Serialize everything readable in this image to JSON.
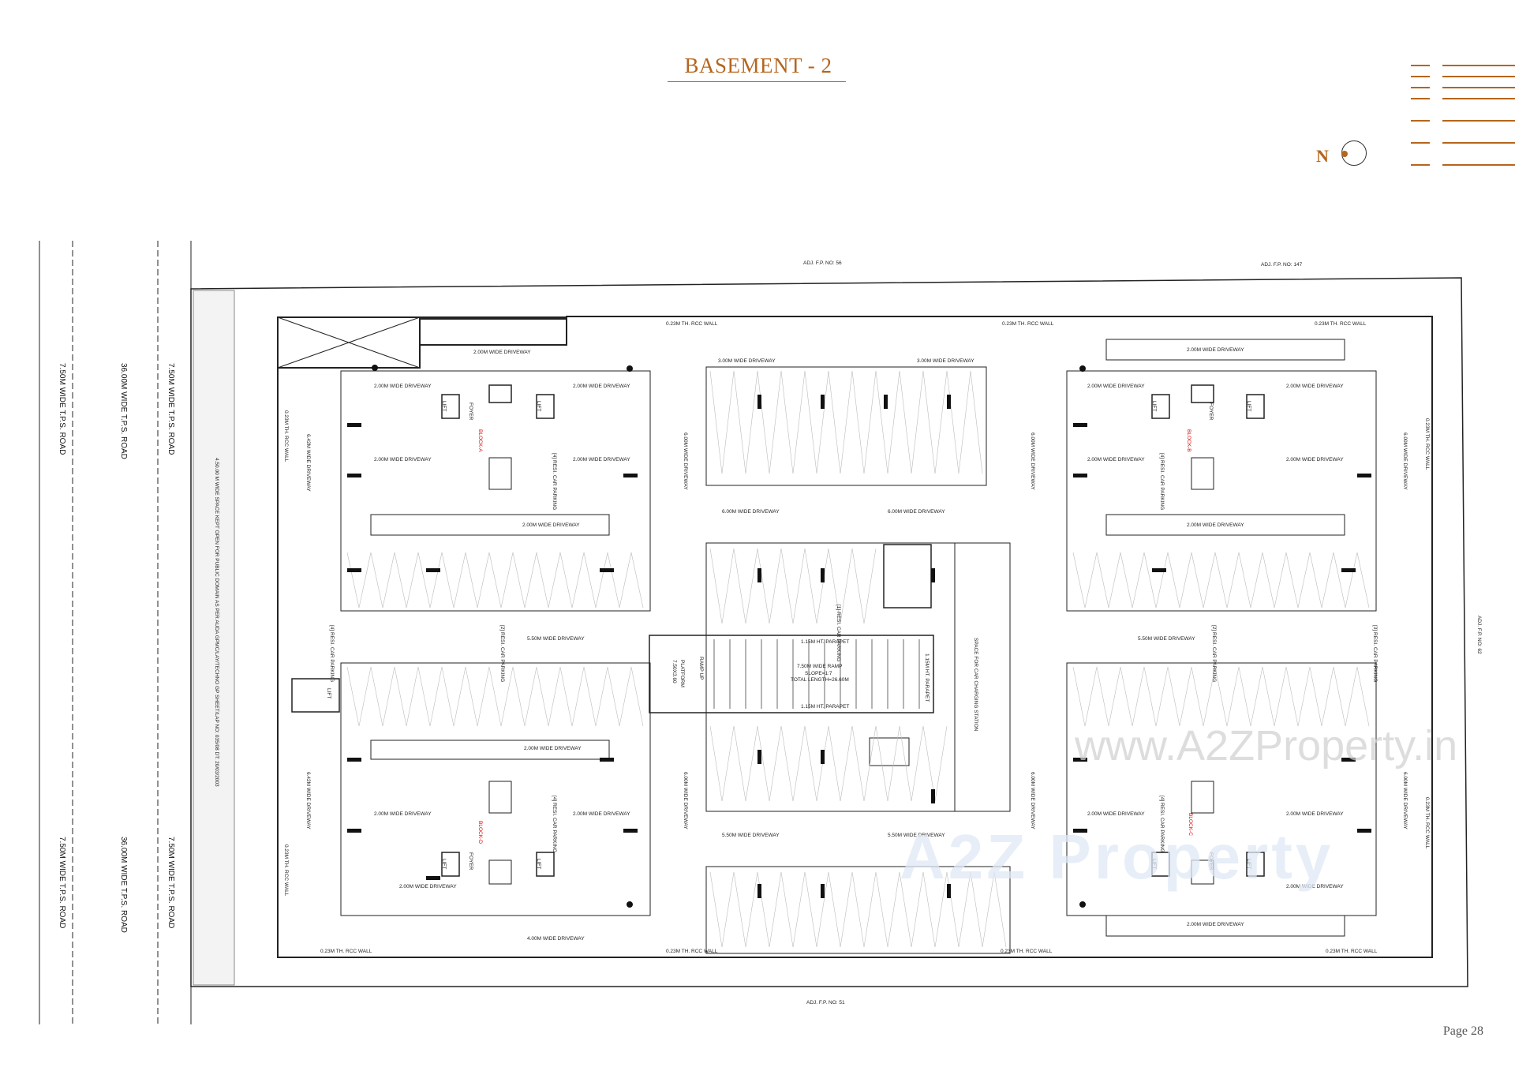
{
  "page": {
    "title": "BASEMENT - 2",
    "page_number": "Page 28",
    "north_label": "N"
  },
  "colors": {
    "accent": "#b5651d",
    "line": "#222222",
    "red_label": "#dd0000"
  },
  "roads": {
    "left_outer": "7.50M WIDE T.P.S. ROAD",
    "left_middle": "36.00M WIDE T.P.S. ROAD",
    "left_inner": "7.50M WIDE T.P.S. ROAD"
  },
  "adjacent": {
    "top_left": "ADJ. F.P. NO: 56",
    "top_right": "ADJ. F.P. NO: 147",
    "bottom": "ADJ. F.P. NO: 51",
    "right": "ADJ. F.P. NO: 62"
  },
  "blocks": {
    "a": "BLOCK-A",
    "b": "BLOCK-B",
    "c": "BLOCK-C",
    "d": "BLOCK-D"
  },
  "labels": {
    "driveway_2m": "2.00M WIDE DRIVEWAY",
    "driveway_3m": "3.00M WIDE DRIVEWAY",
    "driveway_6m": "6.00M WIDE DRIVEWAY",
    "driveway_55m": "5.50M WIDE DRIVEWAY",
    "driveway_4m": "4.00M WIDE DRIVEWAY",
    "driveway_642": "6.42M WIDE DRIVEWAY",
    "rcc_wall": "0.23M TH. RCC WALL",
    "ramp": "7.50M WIDE RAMP",
    "ramp_slope": "SLOPE=1:7",
    "ramp_length": "TOTAL LENGTH=26.60M",
    "parapet": "1.15M HT. PARAPET",
    "ramp_up": "RAMP UP",
    "platform": "PLATFORM",
    "platform_size": "7.50X3.60",
    "charging": "SPACE FOR CAR CHARGING STATION",
    "resi_parking_1": "[1] RESI. CAR PARKING",
    "resi_parking_2": "[2] RESI. CAR PARKING",
    "resi_parking_3": "[3] RESI. CAR PARKING",
    "resi_parking_4": "[4] RESI. CAR PARKING",
    "foyer": "FOYER",
    "lift": "LIFT",
    "margin_note": "4.50.00 M WIDE SPACE KEPT OPEN FOR PUBLIC DOMAIN AS PER AUDA GPMC/LAY/TECHNO GP SHEET/LAP NO: 035/08 DT: 20/03/2003"
  },
  "watermark": {
    "url": "www.A2ZProperty.in",
    "brand": "A2Z Property"
  }
}
